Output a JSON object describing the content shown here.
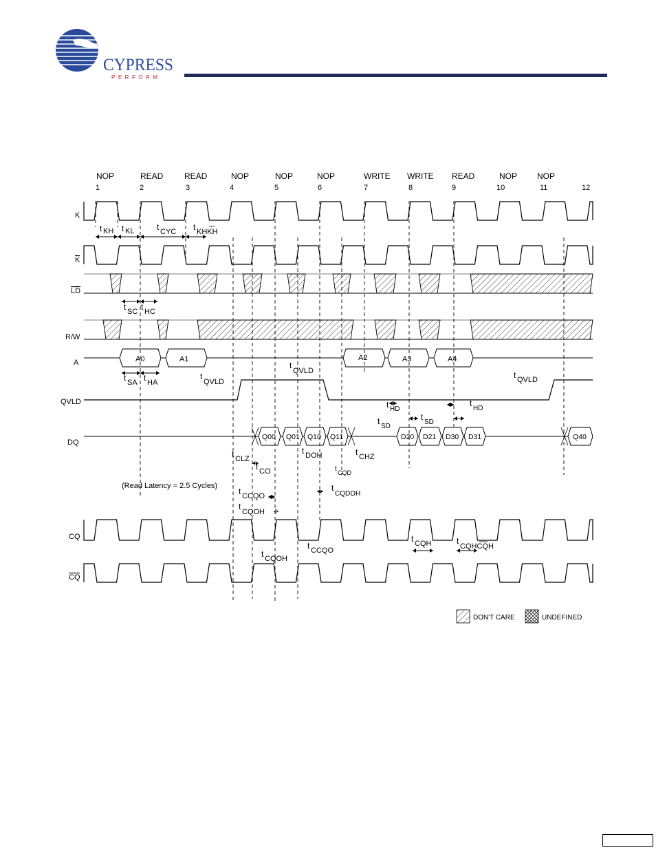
{
  "logo": {
    "wordmark": "CYPRESS",
    "tagline": "PERFORM"
  },
  "timing": {
    "commands": [
      "NOP",
      "READ",
      "READ",
      "NOP",
      "NOP",
      "NOP",
      "WRITE",
      "WRITE",
      "READ",
      "NOP",
      "NOP",
      ""
    ],
    "cycles": [
      "1",
      "2",
      "3",
      "4",
      "5",
      "6",
      "7",
      "8",
      "9",
      "10",
      "11",
      "12"
    ],
    "signals": {
      "k": "K",
      "kbar": "K",
      "ld": "LD",
      "rw": "R/W",
      "a": "A",
      "qvld": "QVLD",
      "dq": "DQ",
      "cq": "CQ",
      "cqbar": "CQ"
    },
    "addresses": [
      "A0",
      "A1",
      "A2",
      "A3",
      "A4"
    ],
    "data_words": [
      "Q00",
      "Q01",
      "Q10",
      "Q11",
      "D20",
      "D21",
      "D30",
      "D31",
      "Q40"
    ],
    "timing_params": {
      "kh": "KH",
      "kl": "KL",
      "cyc": "CYC",
      "khkh": "KHKH",
      "sc": "SC",
      "hc": "HC",
      "sa": "SA",
      "ha": "HA",
      "qvld": "QVLD",
      "hd": "HD",
      "sd": "SD",
      "clz": "CLZ",
      "doh": "DOH",
      "chz": "CHZ",
      "co": "CO",
      "cqd": "CQD",
      "ccqo": "CCQO",
      "cqdoh": "CQDOH",
      "cqoh": "CQOH",
      "cqh": "CQH",
      "cqhcqh": "CQHCQH"
    },
    "latency_note": "(Read Latency = 2.5 Cycles)"
  },
  "legend": {
    "dont_care": "DON'T CARE",
    "undefined": "UNDEFINED"
  }
}
